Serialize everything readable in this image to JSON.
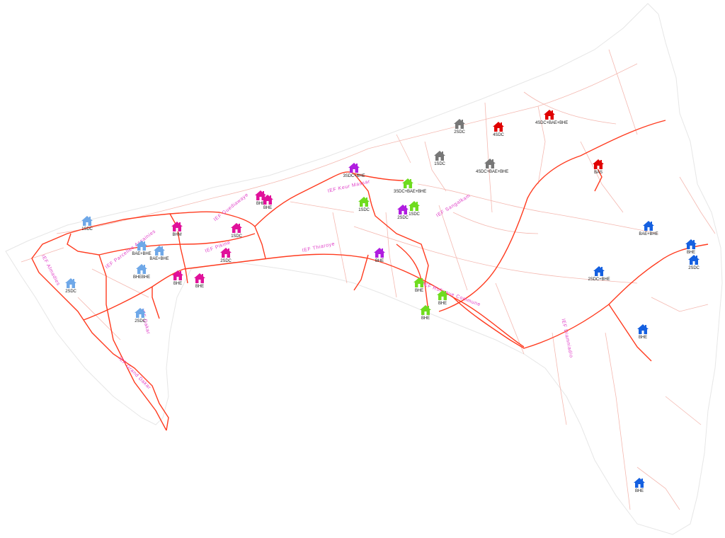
{
  "colors": {
    "road": "#ff3b1f",
    "minor_road": "#f4b8b0",
    "boundary": "#e6e6e6",
    "zone_label": "#e040c8"
  },
  "zone_labels": [
    "IEF Almadies",
    "IEF Parcelles Assainies",
    "IEF Guediawaye",
    "IEF Keur Massar",
    "IEF Pikine",
    "IEF Thiaroye",
    "IEF Sangalkam",
    "IEF Rufisque Commune",
    "IEF Diamniadio",
    "IEF Dakar",
    "IEF Grand Dakar"
  ],
  "markers": [
    {
      "label": "1SDC",
      "color": "#6fa8e8",
      "icon": "school-icon"
    },
    {
      "label": "BAE+BHE",
      "color": "#6fa8e8",
      "icon": "school-icon"
    },
    {
      "label": "BAE+BHE",
      "color": "#6fa8e8",
      "icon": "school-icon"
    },
    {
      "label": "BHEBHE",
      "color": "#6fa8e8",
      "icon": "school-icon"
    },
    {
      "label": "2SDC",
      "color": "#6fa8e8",
      "icon": "school-icon"
    },
    {
      "label": "2SDC",
      "color": "#6fa8e8",
      "icon": "school-icon"
    },
    {
      "label": "BHM",
      "color": "#e0119a",
      "icon": "school-icon"
    },
    {
      "label": "BHE",
      "color": "#e0119a",
      "icon": "school-icon"
    },
    {
      "label": "BHE",
      "color": "#e0119a",
      "icon": "school-icon"
    },
    {
      "label": "1SDC",
      "color": "#e0119a",
      "icon": "school-icon"
    },
    {
      "label": "2SDC",
      "color": "#e0119a",
      "icon": "school-icon"
    },
    {
      "label": "BHE",
      "color": "#e0119a",
      "icon": "school-icon"
    },
    {
      "label": "BHE",
      "color": "#e0119a",
      "icon": "school-icon"
    },
    {
      "label": "3SDC+BHE",
      "color": "#b01de0",
      "icon": "school-icon"
    },
    {
      "label": "BHE",
      "color": "#b01de0",
      "icon": "school-icon"
    },
    {
      "label": "2SDC",
      "color": "#b01de0",
      "icon": "school-icon"
    },
    {
      "label": "1SDC",
      "color": "#6fdc1f",
      "icon": "school-icon"
    },
    {
      "label": "3SDC+BAE+BHE",
      "color": "#6fdc1f",
      "icon": "school-icon"
    },
    {
      "label": "1SDC",
      "color": "#6fdc1f",
      "icon": "school-icon"
    },
    {
      "label": "BHE",
      "color": "#6fdc1f",
      "icon": "school-icon"
    },
    {
      "label": "BHE",
      "color": "#6fdc1f",
      "icon": "school-icon"
    },
    {
      "label": "BHE",
      "color": "#6fdc1f",
      "icon": "school-icon"
    },
    {
      "label": "2SDC",
      "color": "#777777",
      "icon": "school-icon"
    },
    {
      "label": "1SDC",
      "color": "#777777",
      "icon": "school-icon"
    },
    {
      "label": "4SDC+BAE+BHE",
      "color": "#777777",
      "icon": "school-icon"
    },
    {
      "label": "4SDC",
      "color": "#e00000",
      "icon": "school-icon"
    },
    {
      "label": "4SDC+BAE+BHE",
      "color": "#e00000",
      "icon": "school-icon"
    },
    {
      "label": "BAS",
      "color": "#e00000",
      "icon": "school-icon"
    },
    {
      "label": "BAE+BHE",
      "color": "#1560e0",
      "icon": "school-icon"
    },
    {
      "label": "BHE",
      "color": "#1560e0",
      "icon": "school-icon"
    },
    {
      "label": "2SDC",
      "color": "#1560e0",
      "icon": "school-icon"
    },
    {
      "label": "2SDC+BHE",
      "color": "#1560e0",
      "icon": "school-icon"
    },
    {
      "label": "BHE",
      "color": "#1560e0",
      "icon": "school-icon"
    },
    {
      "label": "BHE",
      "color": "#1560e0",
      "icon": "school-icon"
    }
  ]
}
